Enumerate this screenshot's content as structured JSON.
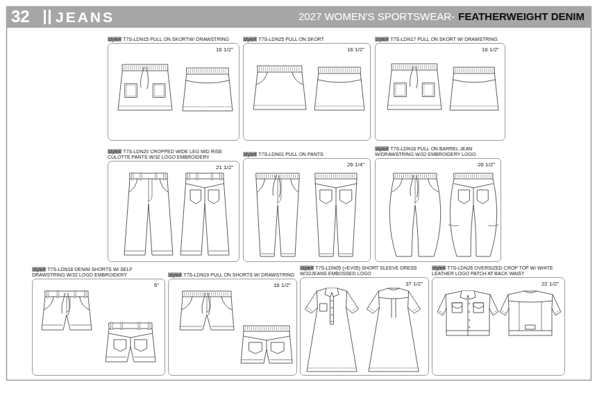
{
  "diagram": {
    "title": "2027 WOMEN'S SPORTSWEAR-",
    "nodes": [
      {
        "text": [
          "style#",
          "T7S-LDN15 PULL ON SKORTW/ DRAWSTRING",
          "16 1/2\""
        ]
      },
      {
        "text": [
          "style#",
          "T7S-LDN25 PULL ON SKORT",
          "16 1/2\""
        ]
      },
      {
        "text": [
          "style#",
          "T7S-LDN17 PULL ON SKORT W/ DRAWSTRING",
          "16 1/2\""
        ]
      },
      {
        "text": [
          "style#",
          "T7S-LDN20 CROPPED WIDE LEG MID RISE CULOTTE PANTS W/32 LOGO EMBROIDERY",
          "21 1/2\""
        ]
      },
      {
        "text": [
          "style#",
          "T7S-LDN01 PULL ON PANTS",
          "26 1/4\""
        ]
      },
      {
        "text": [
          "style#",
          "T7S-LDN16 PULL ON BARREL JEAN W/DRAWSTRING W/32 EMBROIDERY LOGO",
          "26 1/2\""
        ]
      },
      {
        "text": [
          "style#",
          "T7S-LDN18 DENIM SHORTS W/ SELF DRAWSTRING W/32 LOGO EMBROIDERY",
          "5\""
        ]
      },
      {
        "text": [
          "style#",
          "T7S-LDN19 PULL ON SHORTS W/ DRAWSTRING",
          "16 1/2\""
        ]
      },
      {
        "text": [
          "style#",
          "T7S-LDN05 (=EV05) SHORT SLEEVE DRESS W/32JEANS EMBOSSED LOGO",
          "37 1/2\""
        ]
      },
      {
        "text": [
          "style#",
          "T7S-LDN26 OVERSIZED CROP TOP W/ WHITE LEATHER LOGO PATCH AT BACK WAIST",
          "22 1/2\""
        ]
      }
    ],
    "labels": [
      "32",
      "JEANS",
      "FEATHERWEIGHT DENIM"
    ]
  }
}
